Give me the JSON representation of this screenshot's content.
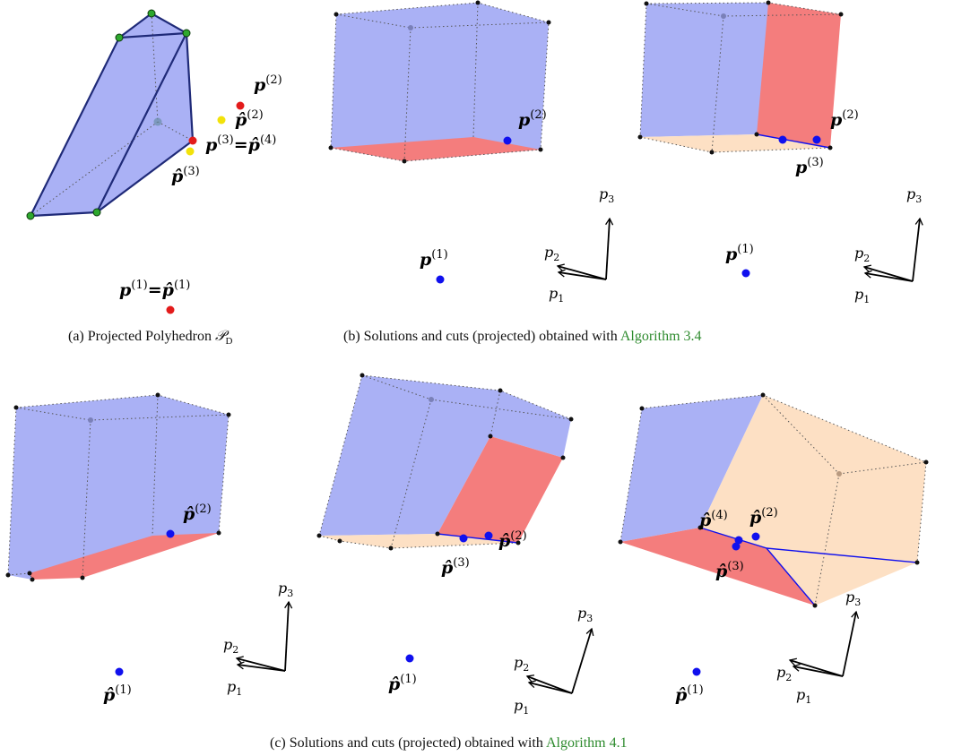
{
  "panel_a": {
    "caption": "(a) Projected Polyhedron",
    "caption_math": "𝒫",
    "caption_sub": "D",
    "labels": {
      "p2": "p",
      "p2_sup": "(2)",
      "phat2": "p̂",
      "phat2_sup": "(2)",
      "p3_eq": "p",
      "p3_sup": "(3)",
      "eq": "=",
      "phat4": "p̂",
      "phat4_sup": "(4)",
      "phat3": "p̂",
      "phat3_sup": "(3)",
      "p1": "p",
      "p1_sup": "(1)",
      "phat1": "p̂",
      "phat1_sup": "(1)"
    },
    "colors": {
      "vertex": "#2ea82e",
      "cut_point": "#e31b1b",
      "yellow": "#f2e20a",
      "face": "#aab1f5"
    }
  },
  "panel_b": {
    "caption": "(b) Solutions and cuts (projected) obtained with",
    "caption_link": "Algorithm 3.4",
    "sub1": {
      "p1": "p",
      "p1_sup": "(1)",
      "p2": "p",
      "p2_sup": "(2)"
    },
    "sub2": {
      "p1": "p",
      "p1_sup": "(1)",
      "p2": "p",
      "p2_sup": "(2)",
      "p3": "p",
      "p3_sup": "(3)"
    }
  },
  "panel_c": {
    "caption": "(c) Solutions and cuts (projected) obtained with",
    "caption_link": "Algorithm 4.1",
    "sub1": {
      "ph1": "p̂",
      "ph1_sup": "(1)",
      "ph2": "p̂",
      "ph2_sup": "(2)"
    },
    "sub2": {
      "ph1": "p̂",
      "ph1_sup": "(1)",
      "ph2": "p̂",
      "ph2_sup": "(2)",
      "ph3": "p̂",
      "ph3_sup": "(3)"
    },
    "sub3": {
      "ph1": "p̂",
      "ph1_sup": "(1)",
      "ph2": "p̂",
      "ph2_sup": "(2)",
      "ph3": "p̂",
      "ph3_sup": "(3)",
      "ph4": "p̂",
      "ph4_sup": "(4)"
    }
  },
  "axes": {
    "name": "p",
    "s1": "1",
    "s2": "2",
    "s3": "3"
  },
  "colors": {
    "solution": "#1010ee",
    "cut_face": "#f47d7d",
    "face": "#aab1f5",
    "cut_region": "#fde0c4",
    "link": "#2e8b2e"
  }
}
